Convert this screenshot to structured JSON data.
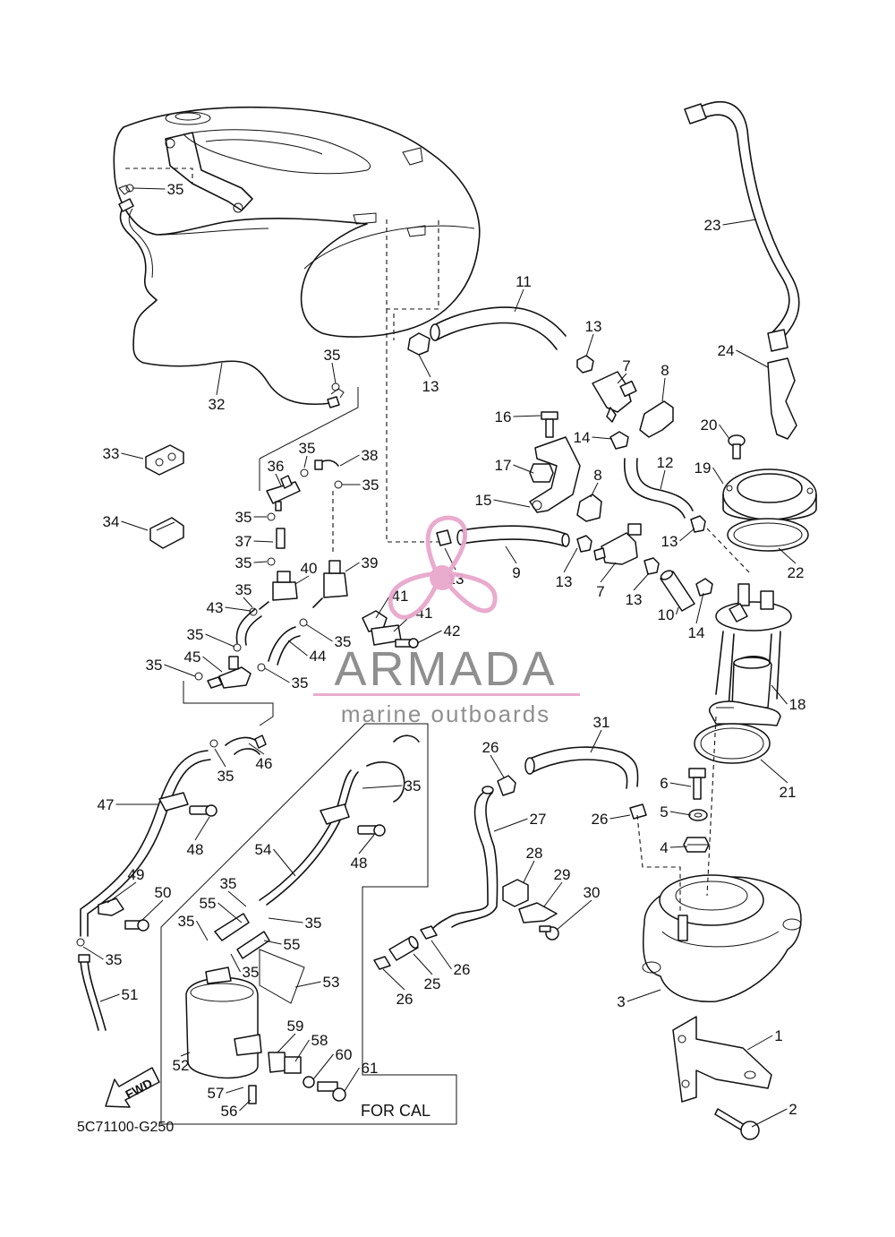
{
  "diagram_code": "5C71100-G250",
  "inset_label": "FOR CAL",
  "fwd_label": "FWD",
  "watermark": {
    "brand": "ARMADA",
    "tagline": "marine outboards",
    "accent_color": "#e8a7cc",
    "text_color": "#8a8a8a"
  },
  "callouts": [
    "1",
    "2",
    "3",
    "4",
    "5",
    "6",
    "7",
    "8",
    "9",
    "10",
    "11",
    "12",
    "13",
    "14",
    "15",
    "16",
    "17",
    "18",
    "19",
    "20",
    "21",
    "22",
    "23",
    "24",
    "25",
    "26",
    "27",
    "28",
    "29",
    "30",
    "31",
    "32",
    "33",
    "34",
    "35",
    "36",
    "37",
    "38",
    "39",
    "40",
    "41",
    "42",
    "43",
    "44",
    "45",
    "46",
    "47",
    "48",
    "49",
    "50",
    "51",
    "52",
    "53",
    "54",
    "55",
    "56",
    "57",
    "58",
    "59",
    "60",
    "61"
  ]
}
